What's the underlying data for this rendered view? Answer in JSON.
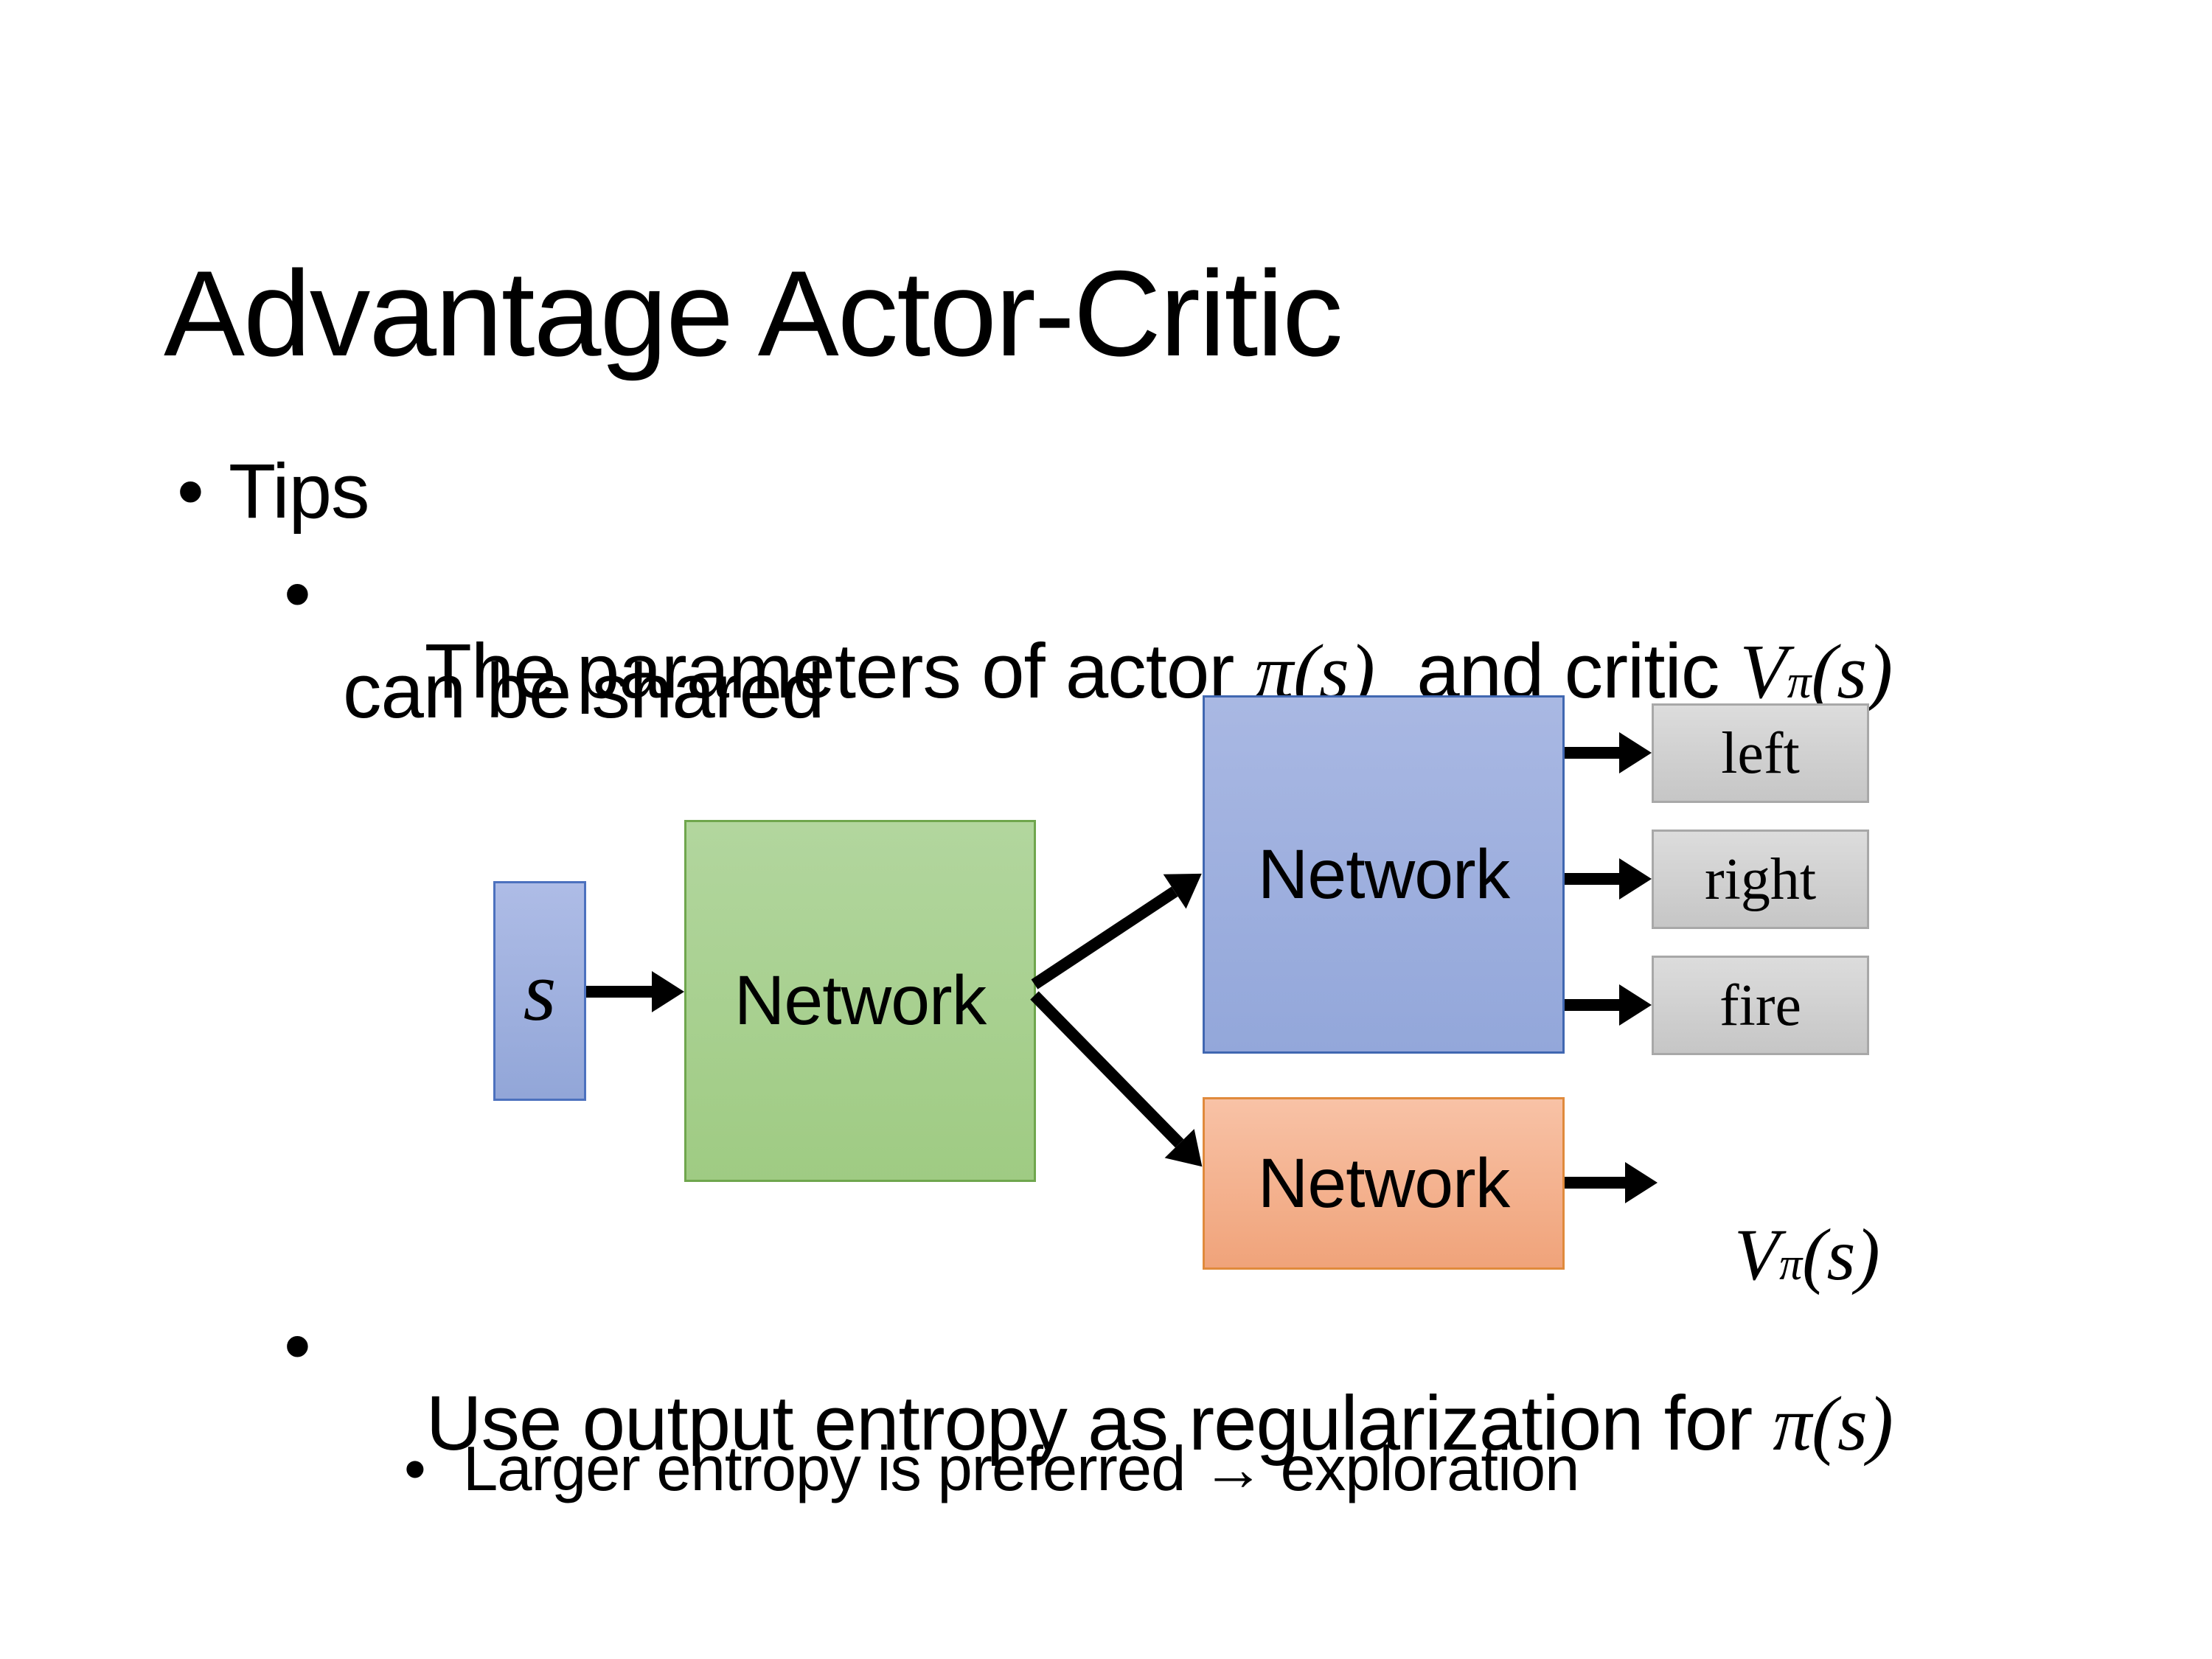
{
  "title": "Advantage Actor-Critic",
  "bullets": {
    "glyph": "•",
    "tips": "Tips",
    "shared_line1_text1": "The parameters of actor ",
    "shared_line1_math1": "π(s)",
    "shared_line1_text2": "  and critic ",
    "shared_line1_value_base": "V",
    "shared_line1_value_sup": "π",
    "shared_line1_value_args": "(s)",
    "shared_line2": "can be shared",
    "entropy_text": "Use output entropy as regularization for ",
    "entropy_math": "π(s)",
    "exploration": "Larger entropy is preferred → exploration"
  },
  "diagram": {
    "state_label": "s",
    "shared_network_label": "Network",
    "actor_network_label": "Network",
    "critic_network_label": "Network",
    "actions": {
      "left": "left",
      "right": "right",
      "fire": "fire"
    },
    "value_base": "V",
    "value_sup": "π",
    "value_args": "(s)"
  },
  "colors": {
    "state-fill-top": "#AEBCE6",
    "state-fill-bottom": "#92A6D8",
    "state-border": "#4C71BE",
    "shared-fill-top": "#B2D69E",
    "shared-fill-bottom": "#9FCB83",
    "shared-border": "#6FA64D",
    "actor-fill-top": "#A9B8E3",
    "actor-fill-bottom": "#93A7DA",
    "actor-border": "#4067B1",
    "critic-fill-top": "#F8C2A6",
    "critic-fill-bottom": "#F0A37A",
    "critic-border": "#E08A3C",
    "action-fill-top": "#DCDCDC",
    "action-fill-bottom": "#C6C6C6",
    "action-border": "#A8A8A8",
    "ink": "#000000"
  }
}
